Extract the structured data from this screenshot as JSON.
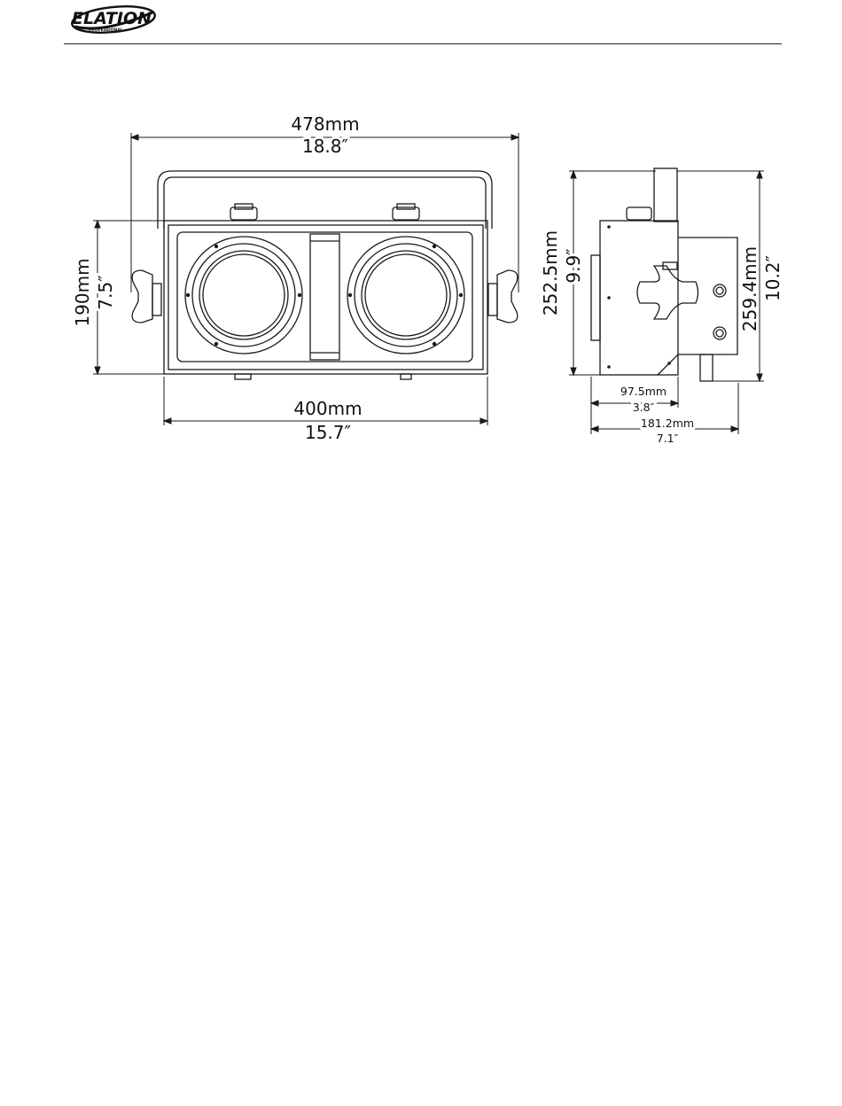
{
  "header": {
    "logo_text": "ELATION",
    "logo_subtext": "PROFESSIONAL"
  },
  "dimensions": {
    "overall_width": {
      "metric": "478mm",
      "imperial": "18.8″"
    },
    "body_width": {
      "metric": "400mm",
      "imperial": "15.7″"
    },
    "body_height": {
      "metric": "190mm",
      "imperial": "7.5″"
    },
    "side_height": {
      "metric": "252.5mm",
      "imperial": "9.9″"
    },
    "side_height_total": {
      "metric": "259.4mm",
      "imperial": "10.2″"
    },
    "side_depth_body": {
      "metric": "97.5mm",
      "imperial": "3.8″"
    },
    "side_depth_total": {
      "metric": "181.2mm",
      "imperial": "7.1″"
    }
  },
  "colors": {
    "line": "#1a1a1a",
    "brand": "#111111"
  }
}
